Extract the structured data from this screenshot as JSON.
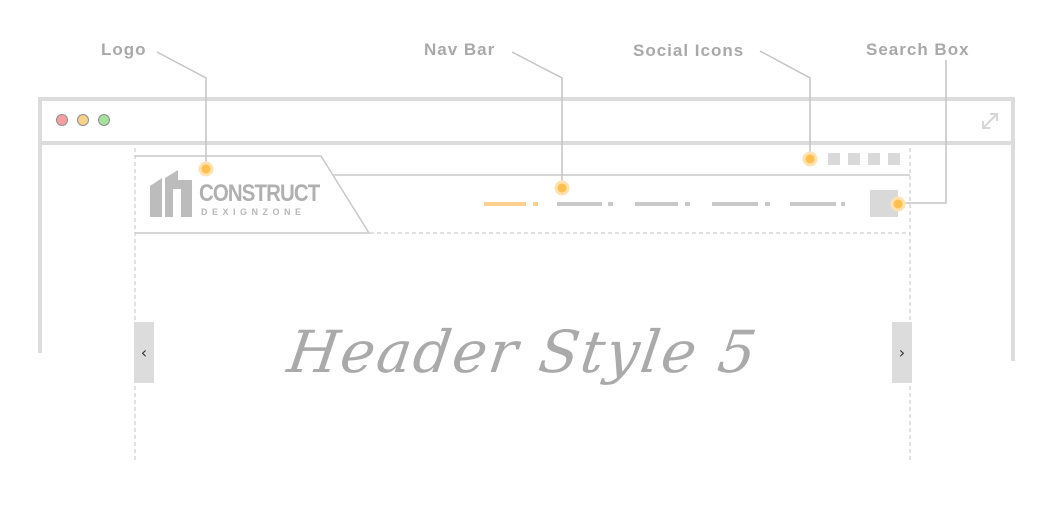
{
  "callouts": {
    "logo": "Logo",
    "nav_bar": "Nav Bar",
    "social_icons": "Social Icons",
    "search_box": "Search Box"
  },
  "brand": {
    "name": "CONSTRUCT",
    "tagline": "DEXIGNZONE"
  },
  "hero": {
    "title": "Header Style 5",
    "prev_arrow": "‹",
    "next_arrow": "›"
  },
  "colors": {
    "accent_marker": "#ffc04d",
    "active_nav": "#fcd08e",
    "frame": "#dcdcdd",
    "lines": "#c4c4c4",
    "traffic_red": "#f4a0a0",
    "traffic_yellow": "#f6d28a",
    "traffic_green": "#a8e0a0"
  },
  "icons": {
    "expand": "expand-icon",
    "prev": "chevron-left-icon",
    "next": "chevron-right-icon"
  }
}
